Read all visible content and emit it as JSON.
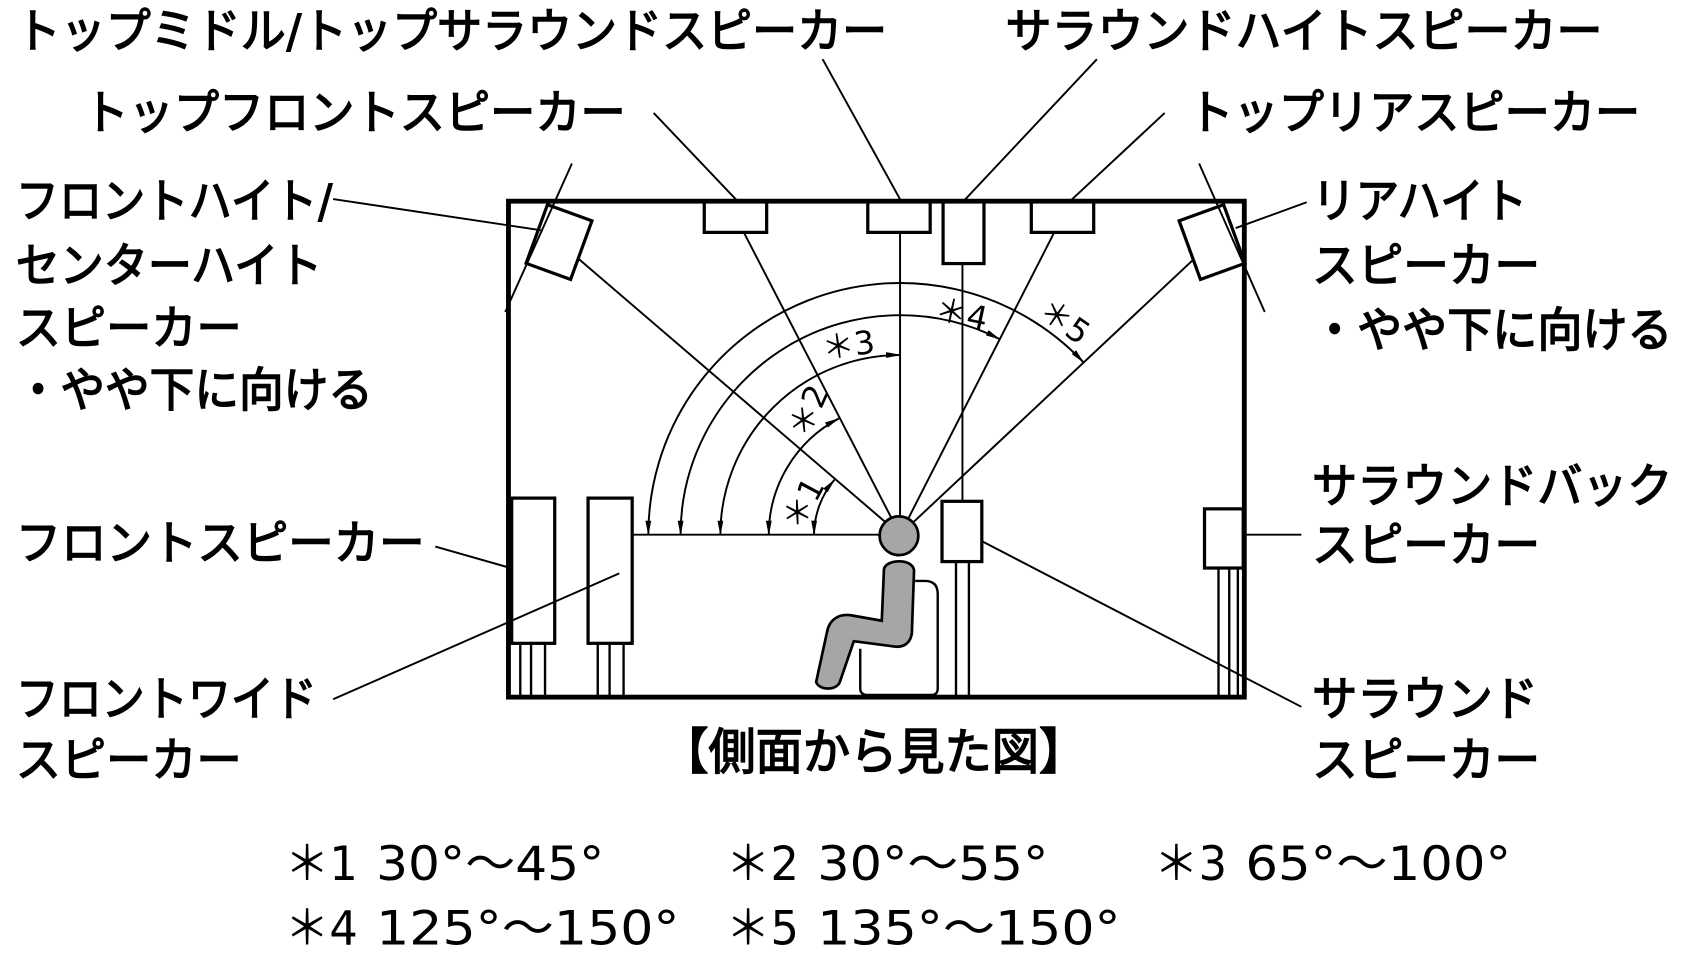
{
  "diagram": {
    "title": "【側面から見た図】"
  },
  "speakers": {
    "top_middle_top_surround": "トップミドル/トップサラウンドスピーカー",
    "surround_height": "サラウンドハイトスピーカー",
    "top_front": "トップフロントスピーカー",
    "top_rear": "トップリアスピーカー",
    "front_height_center_height": [
      "フロントハイト/",
      "センターハイト",
      "スピーカー"
    ],
    "front_height_note": "・やや下に向ける",
    "rear_height": [
      "リアハイト",
      "スピーカー"
    ],
    "rear_height_note": "・やや下に向ける",
    "front": "フロントスピーカー",
    "front_wide": [
      "フロントワイド",
      "スピーカー"
    ],
    "surround_back": [
      "サラウンドバック",
      "スピーカー"
    ],
    "surround": [
      "サラウンド",
      "スピーカー"
    ]
  },
  "angle_notes": [
    {
      "mark": "＊1",
      "range": "30°～45°"
    },
    {
      "mark": "＊2",
      "range": "30°～55°"
    },
    {
      "mark": "＊3",
      "range": "65°～100°"
    },
    {
      "mark": "＊4",
      "range": "125°～150°"
    },
    {
      "mark": "＊5",
      "range": "135°～150°"
    }
  ],
  "colors": {
    "line": "#000000",
    "listener_fill": "#a6a6a6",
    "background": "#ffffff"
  }
}
